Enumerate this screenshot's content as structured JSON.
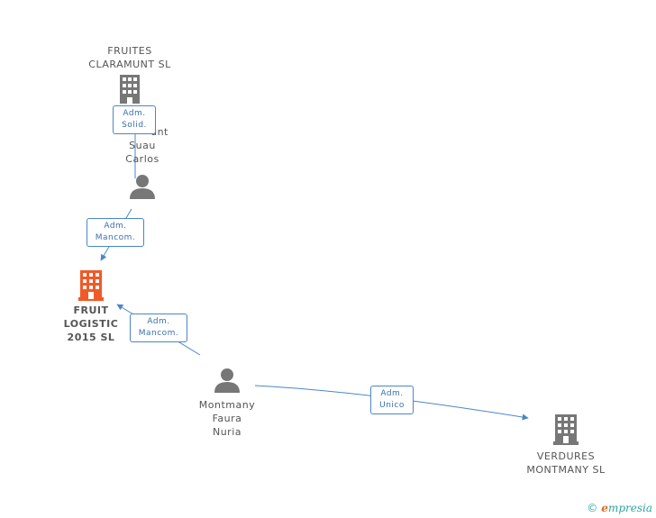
{
  "colors": {
    "company": "#777777",
    "company_main": "#f05a28",
    "person": "#777777",
    "edge": "#4a86c8",
    "badge_border": "#4a86c8"
  },
  "nodes": {
    "fruites": {
      "line1": "FRUITES",
      "line2": "CLARAMUNT SL",
      "icon": "building-icon"
    },
    "claramunt_suau": {
      "line1": "unt",
      "line2": "Suau",
      "line3": "Carlos",
      "icon": "person-icon"
    },
    "fruit_logistic": {
      "line1": "FRUIT",
      "line2": "LOGISTIC",
      "line3": "2015  SL",
      "icon": "building-icon"
    },
    "montmany_faura": {
      "line1": "Montmany",
      "line2": "Faura",
      "line3": "Nuria",
      "icon": "person-icon"
    },
    "verdures": {
      "line1": "VERDURES",
      "line2": "MONTMANY SL",
      "icon": "building-icon"
    }
  },
  "edges": {
    "solid": {
      "line1": "Adm.",
      "line2": "Solid."
    },
    "mancom1": {
      "line1": "Adm.",
      "line2": "Mancom."
    },
    "mancom2": {
      "line1": "Adm.",
      "line2": "Mancom."
    },
    "unico": {
      "line1": "Adm.",
      "line2": "Unico"
    }
  },
  "footer": {
    "copyright": "©",
    "brand_e": "e",
    "brand_rest": "mpresia"
  }
}
